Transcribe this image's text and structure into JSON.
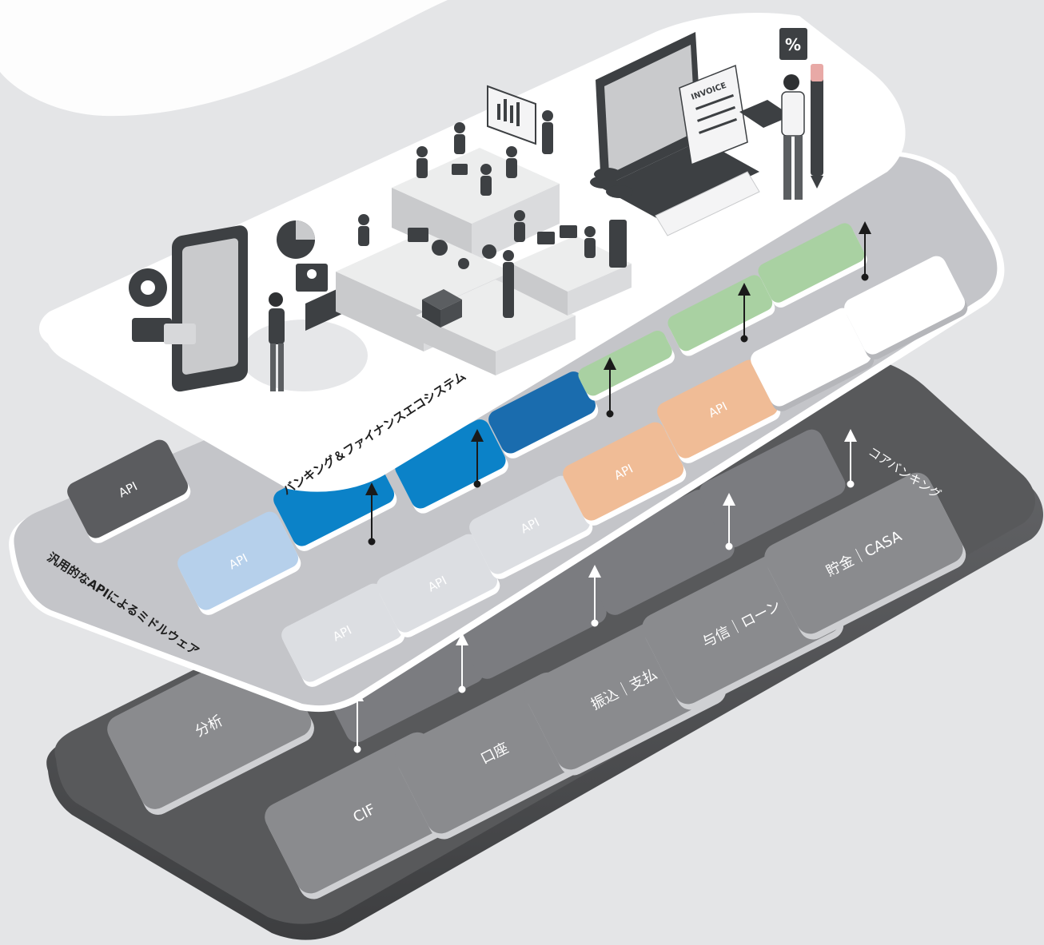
{
  "diagram": {
    "top_layer_label": "バンキング＆ファイナンスエコシステム",
    "middle_layer_label": "汎用的なAPIによるミドルウェア",
    "bottom_layer_label": "コアバンキング",
    "api_tiles": [
      {
        "label": "API",
        "color": "#5b5c5f"
      },
      {
        "label": "API",
        "color": "#b6d0eb"
      },
      {
        "label": "API",
        "color": "#dcdee2"
      },
      {
        "label": "API",
        "color": "#dcdee2"
      },
      {
        "label": "API",
        "color": "#dcdee2"
      },
      {
        "label": "API",
        "color": "#f0bc96"
      },
      {
        "label": "API",
        "color": "#f0bc96"
      },
      {
        "label": "",
        "color": "#ffffff"
      },
      {
        "label": "",
        "color": "#ffffff"
      },
      {
        "label": "",
        "color": "#0b82c8"
      },
      {
        "label": "",
        "color": "#1a6cae"
      },
      {
        "label": "",
        "color": "#a9d1a2"
      },
      {
        "label": "",
        "color": "#a9d1a2"
      },
      {
        "label": "",
        "color": "#a9d1a2"
      }
    ],
    "core_modules": [
      "分析",
      "CIF",
      "口座",
      "振込｜支払",
      "与信｜ローン",
      "貯金｜CASA"
    ],
    "illustration": {
      "invoice_text": "INVOICE",
      "percent_sign": "%"
    }
  },
  "colors": {
    "background": "#e4e5e7",
    "core_platform": "#58595b",
    "middleware_platform": "#c4c5c9",
    "ecosystem_platform": "#ffffff",
    "module_tile": "#8a8b8e",
    "accent_blue": "#0b82c8",
    "accent_orange": "#f0bc96",
    "accent_green": "#a9d1a2"
  }
}
